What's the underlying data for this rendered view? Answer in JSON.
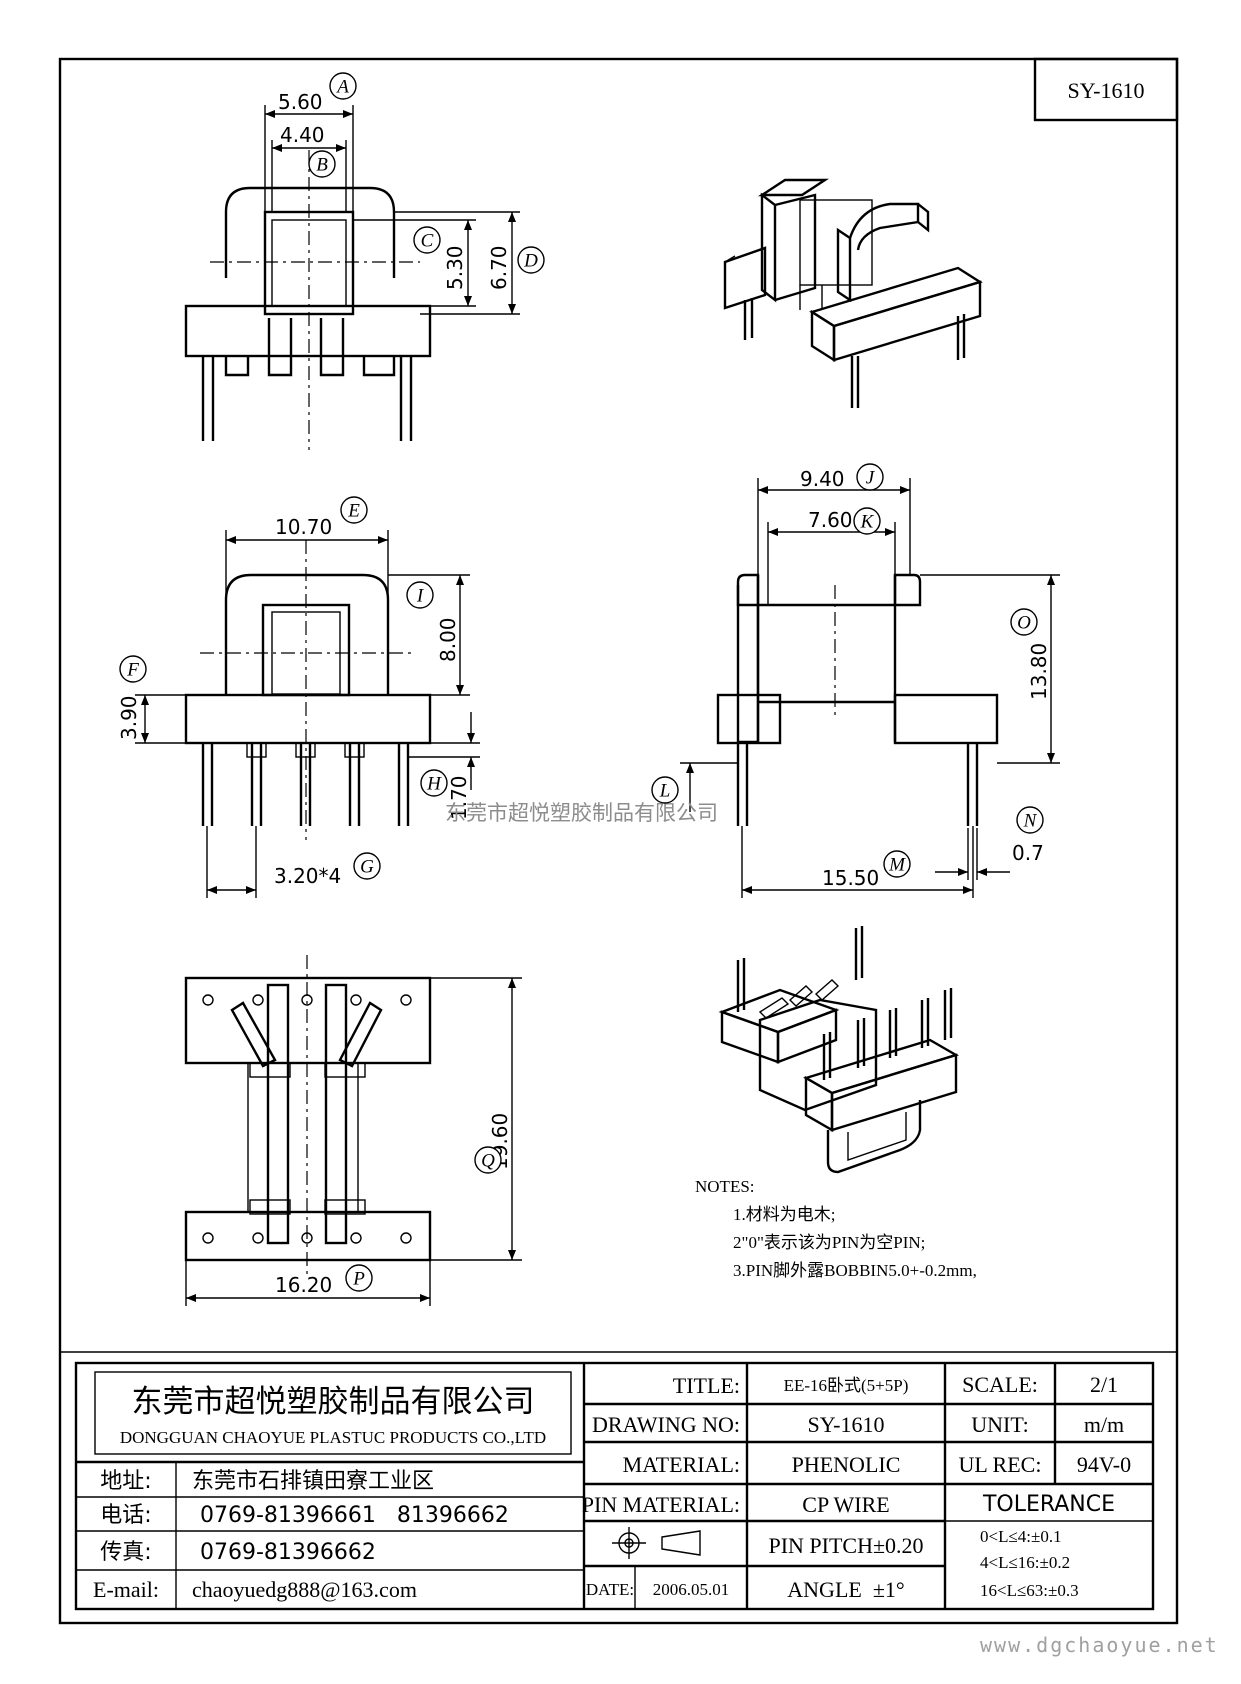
{
  "drawing_id": "SY-1610",
  "dimensions": {
    "A": "5.60",
    "B": "4.40",
    "C": "5.30",
    "D": "6.70",
    "E": "10.70",
    "I": "8.00",
    "F": "3.90",
    "H": "1.70",
    "G": "3.20*4",
    "J": "9.40",
    "K": "7.60",
    "O": "13.80",
    "L": "",
    "M": "15.50",
    "N": "0.7",
    "Q": "19.60",
    "P": "16.20"
  },
  "bubble_letters": [
    "A",
    "B",
    "C",
    "D",
    "E",
    "F",
    "G",
    "H",
    "I",
    "J",
    "K",
    "L",
    "M",
    "N",
    "O",
    "P",
    "Q"
  ],
  "watermark": "东莞市超悦塑胶制品有限公司",
  "notes": {
    "heading": "NOTES:",
    "items": [
      "1.材料为电木;",
      "2\"0\"表示该为PIN为空PIN;",
      "3.PIN脚外露BOBBIN5.0+-0.2mm,"
    ]
  },
  "company": {
    "name_cn": "东莞市超悦塑胶制品有限公司",
    "name_en": "DONGGUAN CHAOYUE PLASTUC PRODUCTS CO.,LTD",
    "rows": [
      {
        "label": "地址:",
        "value": "东莞市石排镇田寮工业区"
      },
      {
        "label": "电话:",
        "value": "0769-81396661   81396662"
      },
      {
        "label": "传真:",
        "value": "0769-81396662"
      },
      {
        "label": "E-mail:",
        "value": "chaoyuedg888@163.com"
      }
    ]
  },
  "title_block": {
    "title_label": "TITLE:",
    "title_value": "EE-16卧式(5+5P)",
    "drawing_no_label": "DRAWING NO:",
    "drawing_no_value": "SY-1610",
    "material_label": "MATERIAL:",
    "material_value": "PHENOLIC",
    "pin_material_label": "PIN MATERIAL:",
    "pin_material_value": "CP WIRE",
    "pin_pitch": "PIN PITCH±0.20",
    "angle": "ANGLE  ±1°",
    "date_label": "DATE:",
    "date_value": "2006.05.01",
    "scale_label": "SCALE:",
    "scale_value": "2/1",
    "unit_label": "UNIT:",
    "unit_value": "m/m",
    "ul_label": "UL REC:",
    "ul_value": "94V-0",
    "tolerance_label": "TOLERANCE",
    "tolerance_rows": [
      "0<L≤4:±0.1",
      "4<L≤16:±0.2",
      "16<L≤63:±0.3"
    ]
  },
  "website": "www.dgchaoyue.net"
}
